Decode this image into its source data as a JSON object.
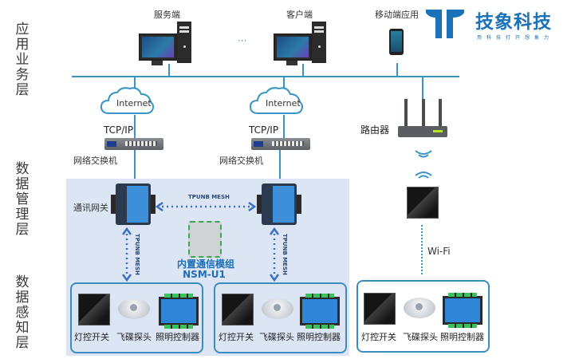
{
  "layers": {
    "application": "应用业务层",
    "data_management": "数据管理层",
    "data_perception": "数据感知层"
  },
  "application_layer": {
    "server_label": "服务端",
    "client_label": "客户端",
    "ellipsis": "···",
    "mobile_label": "移动端应用"
  },
  "logo": {
    "name": "技象科技",
    "slogan": "用科技打开想象力"
  },
  "network": {
    "cloud_left": "Internet",
    "cloud_right": "Internet",
    "protocol_left": "TCP/IP",
    "protocol_right": "TCP/IP",
    "switch_left": "网络交换机",
    "switch_right": "网络交换机",
    "router": "路由器",
    "wifi": "Wi-Fi"
  },
  "management": {
    "gateway_label": "通讯网关",
    "mesh_horizontal": "TPUNB MESH",
    "mesh_vertical_left": "TPUNB MESH",
    "mesh_vertical_right": "TPUNB MESH",
    "module_name": "内置通信模组",
    "module_model": "NSM-U1"
  },
  "perception_groups": [
    {
      "devices": [
        "灯控开关",
        "飞碟探头",
        "照明控制器"
      ]
    },
    {
      "devices": [
        "灯控开关",
        "飞碟探头",
        "照明控制器"
      ]
    },
    {
      "devices": [
        "灯控开关",
        "飞碟探头",
        "照明控制器"
      ]
    }
  ],
  "colors": {
    "line": "#3b95c4",
    "brand": "#1a72b9",
    "panel": "#dbe5f4",
    "mesh_arrow": "#3c6fc2"
  }
}
